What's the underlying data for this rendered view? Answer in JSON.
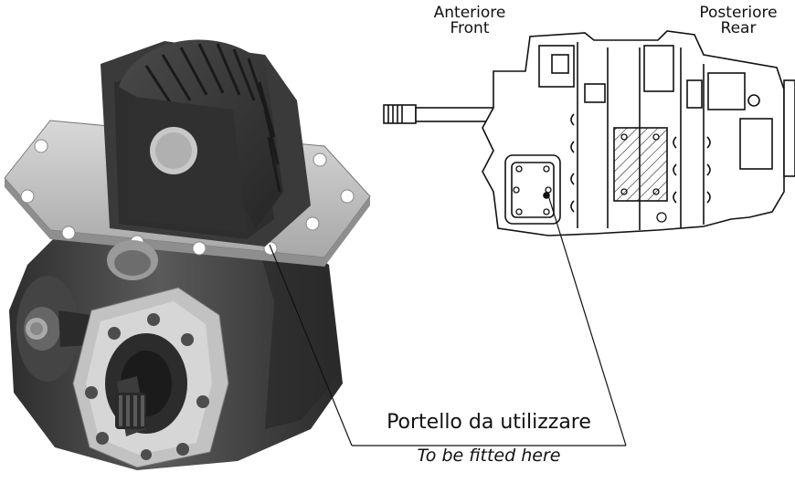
{
  "labels": {
    "front": {
      "it": "Anteriore",
      "en": "Front"
    },
    "rear": {
      "it": "Posteriore",
      "en": "Rear"
    },
    "caption": {
      "it": "Portello da utilizzare",
      "en": "To be fitted here"
    }
  },
  "colors": {
    "body_dark": "#3a3a3a",
    "body_mid": "#555555",
    "flange_light": "#bfbfbf",
    "line": "#111111",
    "hatch": "#222222"
  },
  "icons": [
    "pto-gearbox-render",
    "transmission-side-view-drawing"
  ]
}
